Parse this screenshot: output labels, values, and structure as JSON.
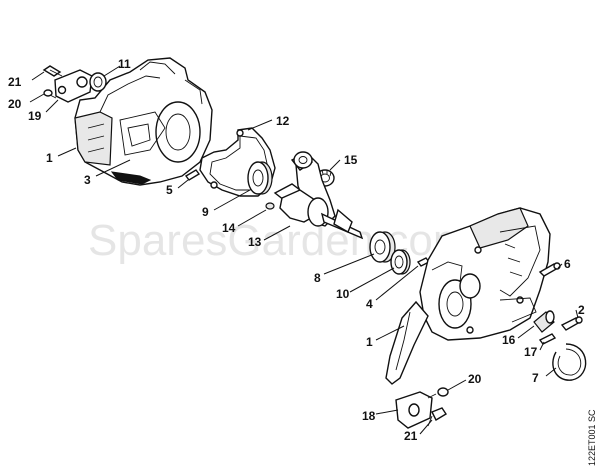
{
  "watermark": "SparesGarden.com",
  "doc_ref": "122ET001 SC",
  "callouts": {
    "c21_top": "21",
    "c11": "11",
    "c20_top": "20",
    "c19": "19",
    "c1_left": "1",
    "c3": "3",
    "c12": "12",
    "c15": "15",
    "c5": "5",
    "c9": "9",
    "c14": "14",
    "c13": "13",
    "c8": "8",
    "c10": "10",
    "c4": "4",
    "c6": "6",
    "c2": "2",
    "c1_right": "1",
    "c16": "16",
    "c17": "17",
    "c7": "7",
    "c20_bottom": "20",
    "c18": "18",
    "c21_bottom": "21"
  }
}
